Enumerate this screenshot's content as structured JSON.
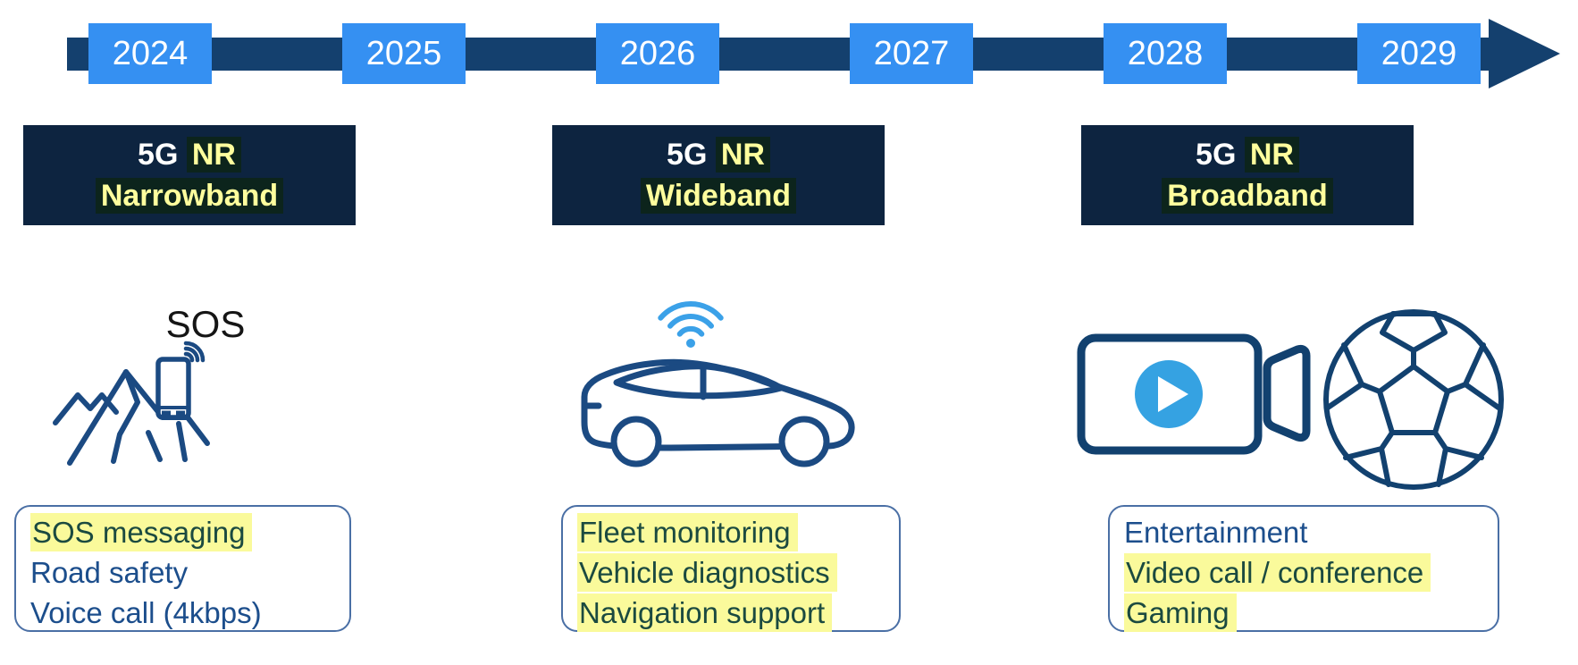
{
  "timeline": {
    "years": [
      "2024",
      "2025",
      "2026",
      "2027",
      "2028",
      "2029"
    ],
    "bar_color": "#14406E",
    "year_box_color": "#3590F2",
    "year_text_color": "#FFFFFF"
  },
  "phases": [
    {
      "name": "5G NR Narrowband",
      "title_prefix": "5G",
      "title_tag": "NR",
      "title_line2": "Narrowband",
      "icon": "sos-phone-mountain-icon",
      "icon_label": "SOS",
      "features": [
        {
          "text": "SOS messaging",
          "highlighted": true
        },
        {
          "text": "Road safety",
          "highlighted": false
        },
        {
          "text": "Voice call (4kbps)",
          "highlighted": false
        }
      ]
    },
    {
      "name": "5G NR Wideband",
      "title_prefix": "5G",
      "title_tag": "NR",
      "title_line2": "Wideband",
      "icon": "connected-car-icon",
      "features": [
        {
          "text": "Fleet monitoring",
          "highlighted": true
        },
        {
          "text": "Vehicle diagnostics",
          "highlighted": true
        },
        {
          "text": "Navigation support",
          "highlighted": true
        }
      ]
    },
    {
      "name": "5G NR Broadband",
      "title_prefix": "5G",
      "title_tag": "NR",
      "title_line2": "Broadband",
      "icon": "video-player-soccer-ball-icon",
      "features": [
        {
          "text": "Entertainment",
          "highlighted": false
        },
        {
          "text": "Video call / conference",
          "highlighted": true
        },
        {
          "text": "Gaming",
          "highlighted": true
        }
      ]
    }
  ],
  "colors": {
    "timeline_bar": "#14406E",
    "year_box_blue": "#3590F2",
    "header_box_bg": "#0D2440",
    "header_yellow": "#FFFF9D",
    "header_yellow_bg": "#0C241C",
    "highlight_yellow": "#FAFA9B",
    "highlight_text_green": "#1B4A40",
    "body_text_navy": "#1C4E8C",
    "icon_navy": "#1B4A82",
    "icon_light_blue": "#3BA1E8",
    "sos_label_black": "#151515",
    "feature_box_border": "#4a6fa5"
  }
}
